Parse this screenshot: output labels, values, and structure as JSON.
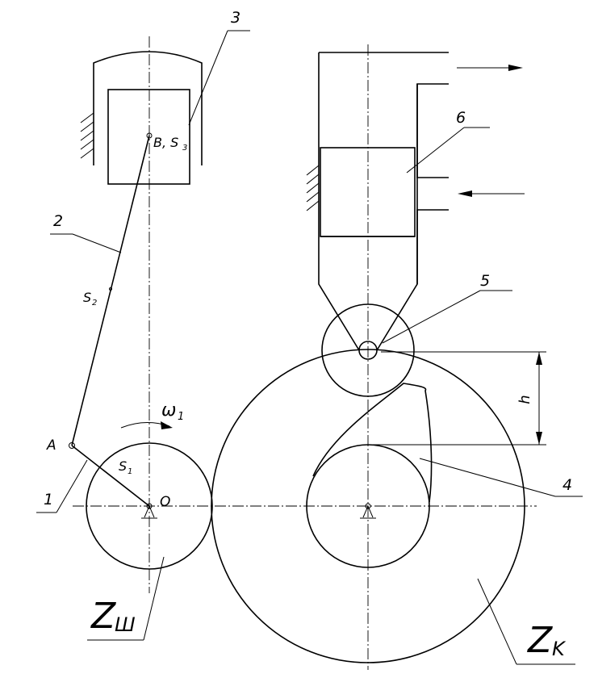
{
  "labels": {
    "part1": "1",
    "part2": "2",
    "part3": "3",
    "part4": "4",
    "part5": "5",
    "part6": "6",
    "point_a": "A",
    "point_b": "B, S",
    "point_b_sub": "3",
    "point_o": "O",
    "s1": "S",
    "s1_sub": "1",
    "s2": "S",
    "s2_sub": "2",
    "omega": "ω",
    "omega_sub": "1",
    "h": "h",
    "zsh": "Z",
    "zsh_sub": "Ш",
    "zk": "Z",
    "zk_sub": "K"
  }
}
